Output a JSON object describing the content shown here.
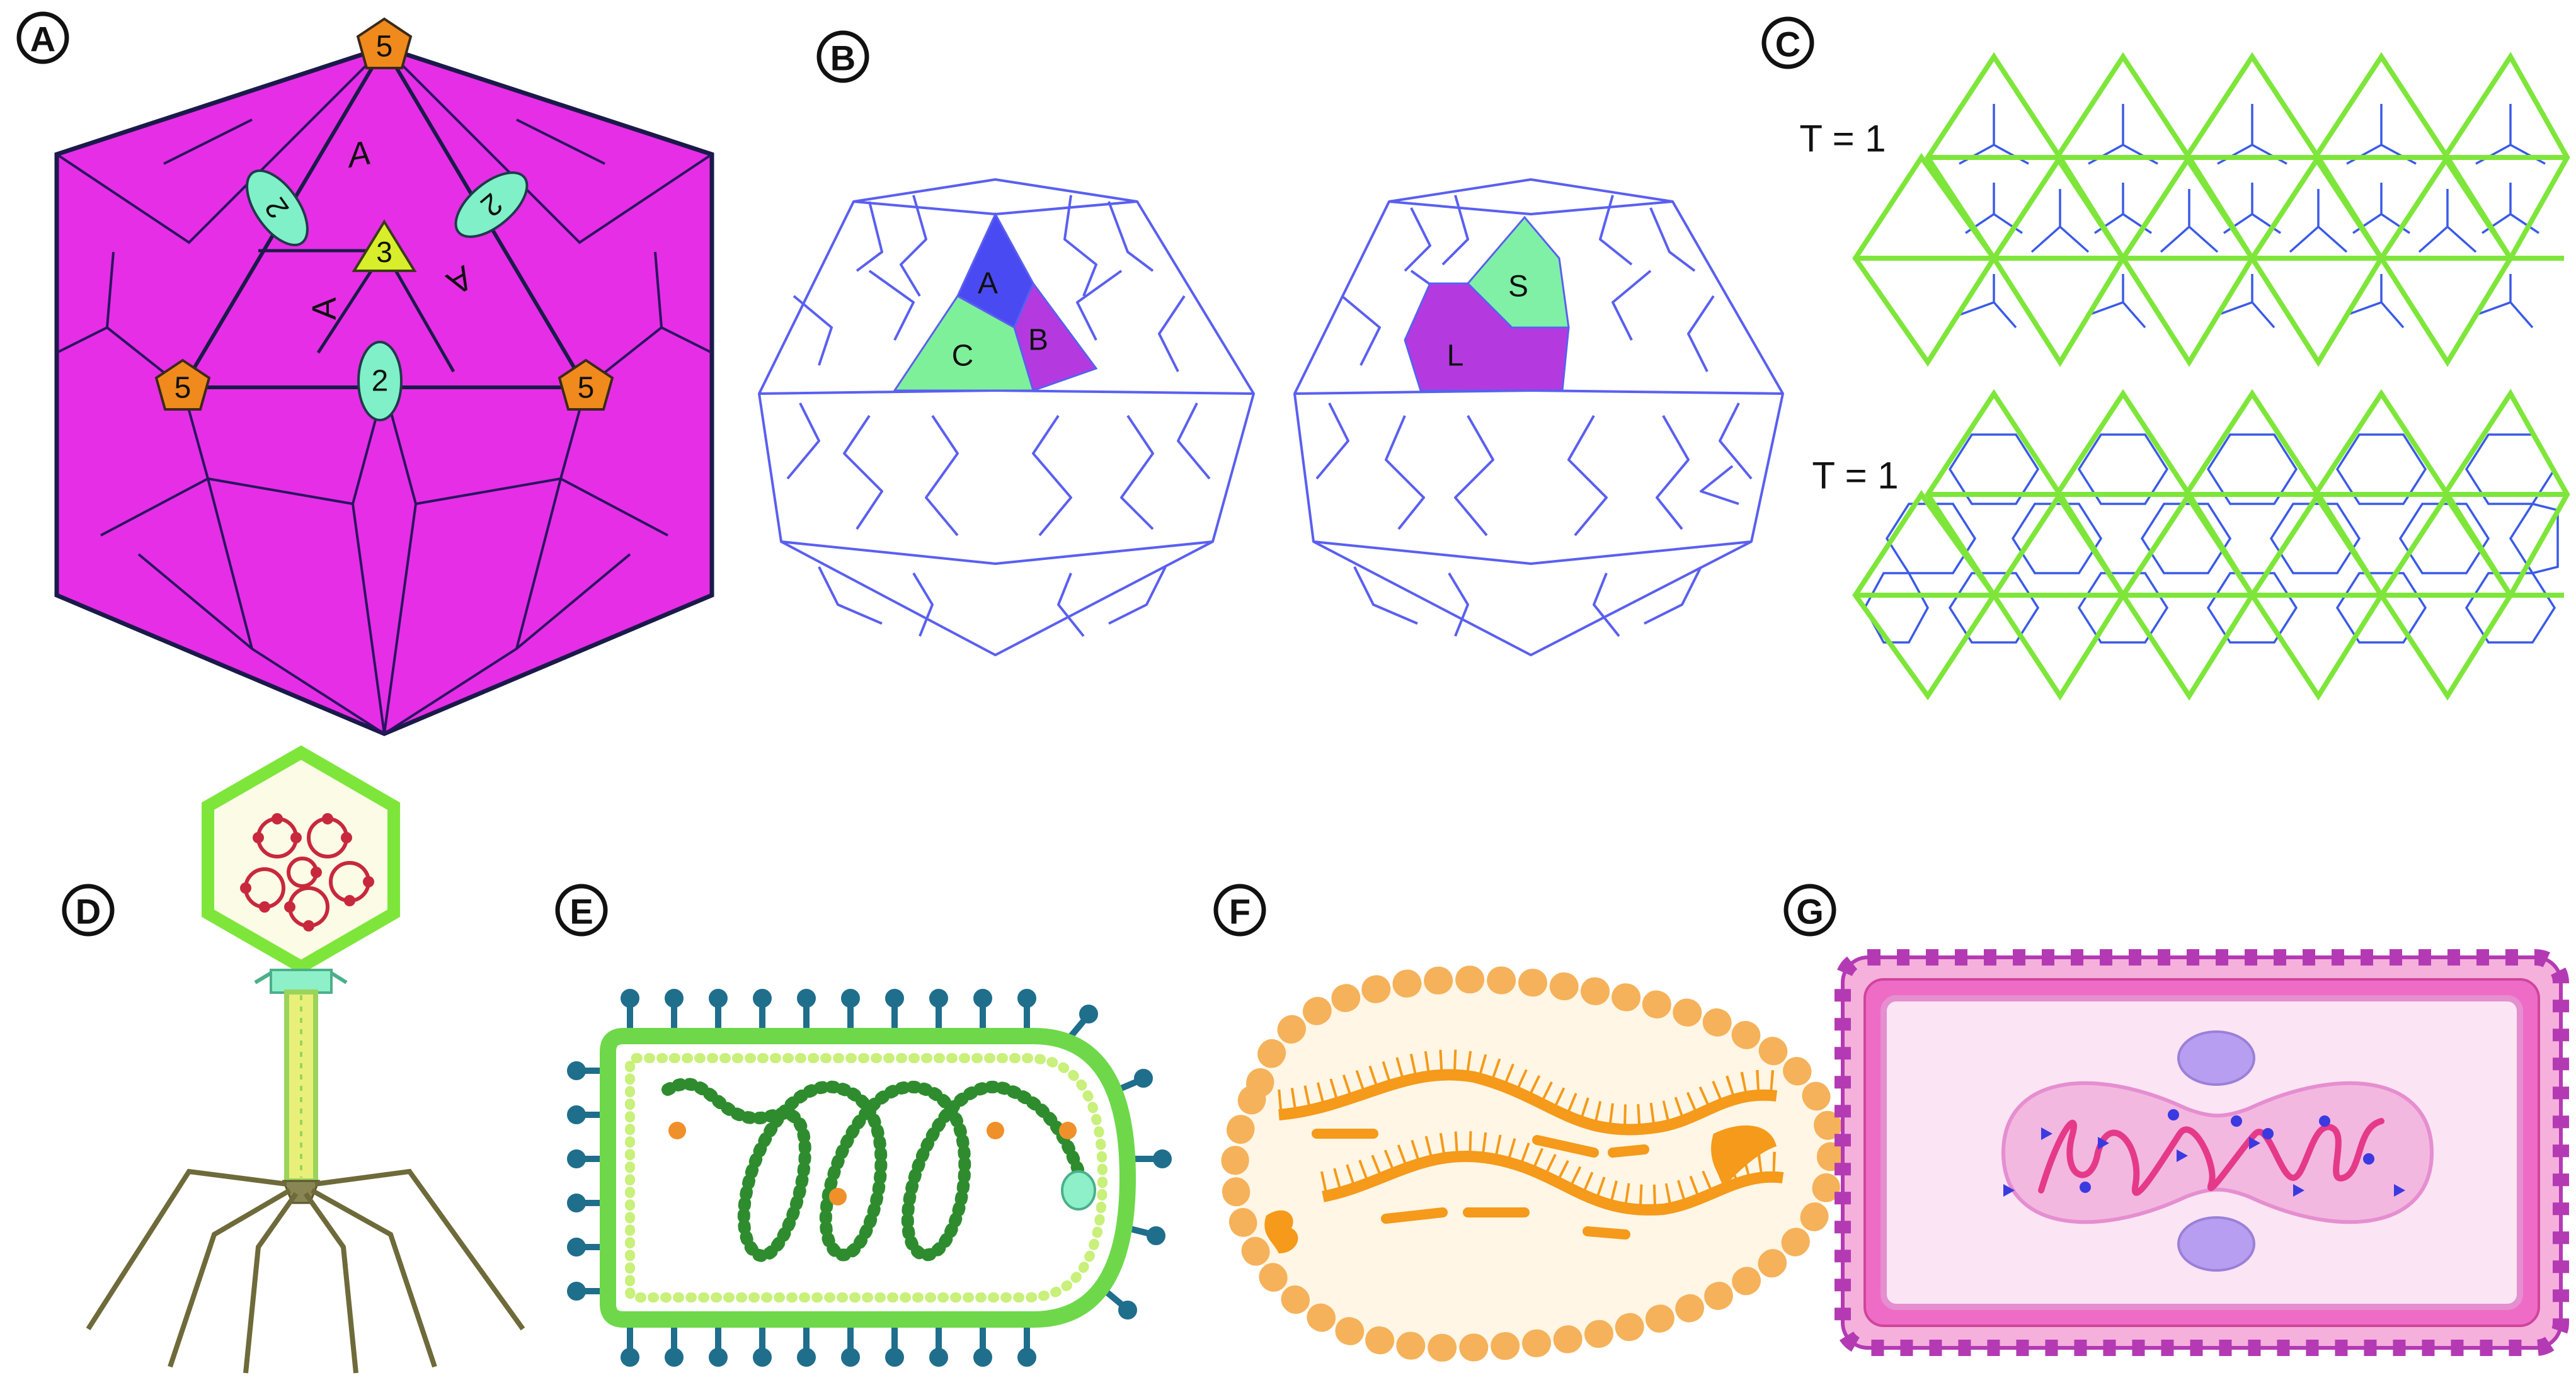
{
  "panels": {
    "A": {
      "label": "A",
      "symmetry_5": [
        "5",
        "5",
        "5"
      ],
      "symmetry_3": "3",
      "symmetry_2": [
        "2",
        "2",
        "2"
      ],
      "subunits": [
        "A",
        "A",
        "A"
      ],
      "colors": {
        "capsid": "#e62ee6",
        "pentamer": "#f08a1c",
        "dimer": "#7ff0c8",
        "trimer": "#d8ee2a"
      }
    },
    "B": {
      "label": "B",
      "left_subunits": [
        "A",
        "B",
        "C"
      ],
      "right_subunits": [
        "S",
        "L"
      ],
      "colors": {
        "outline": "#5a5ff0",
        "A": "#4a4af2",
        "B": "#b43ae0",
        "C": "#7ff09a",
        "S": "#7ff0a6",
        "L": "#b43ae0"
      }
    },
    "C": {
      "label": "C",
      "lattice_labels": [
        "T = 1",
        "T = 1"
      ],
      "colors": {
        "triangles": "#7ee63a",
        "subunits": "#3a5ae6"
      }
    },
    "D": {
      "label": "D",
      "colors": {
        "head": "#7ee63a",
        "dna": "#c8283c",
        "tail": "#9ad45a",
        "legs": "#6e6a3a"
      }
    },
    "E": {
      "label": "E",
      "colors": {
        "envelope": "#6ed84a",
        "spikes": "#1f6e8c",
        "genome": "#2e8c2e",
        "protein": "#f0902a"
      }
    },
    "F": {
      "label": "F",
      "colors": {
        "shell": "#f5b25a",
        "rna": "#f59a1a"
      }
    },
    "G": {
      "label": "G",
      "colors": {
        "wall": "#e65ab4",
        "membrane": "#f7c6e6",
        "nucleoid": "#f2a0d4",
        "ribosome": "#b89ef0"
      }
    }
  }
}
